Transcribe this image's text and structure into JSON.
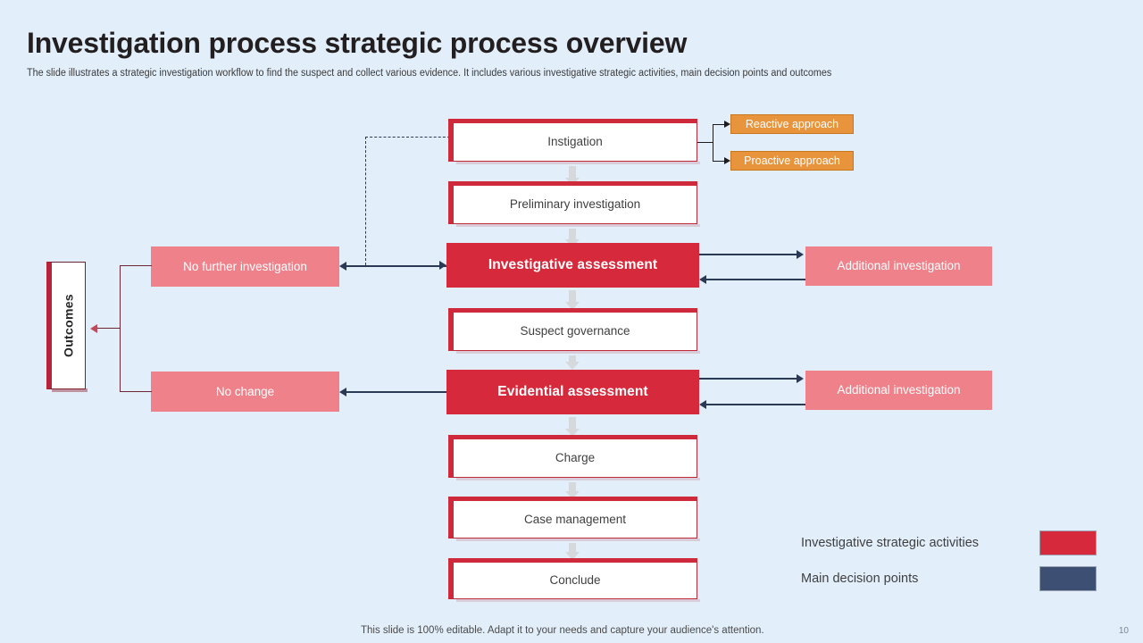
{
  "header": {
    "title": "Investigation process strategic process overview",
    "subtitle": "The slide illustrates a strategic investigation workflow to find the suspect and collect various evidence. It includes various investigative strategic activities, main decision points and outcomes"
  },
  "flow": {
    "instigation": "Instigation",
    "preliminary": "Preliminary investigation",
    "investigative_assessment": "Investigative assessment",
    "suspect_governance": "Suspect governance",
    "evidential_assessment": "Evidential assessment",
    "charge": "Charge",
    "case_management": "Case management",
    "conclude": "Conclude"
  },
  "approaches": {
    "reactive": "Reactive approach",
    "proactive": "Proactive approach"
  },
  "right_branch": {
    "additional_investigation_1": "Additional investigation",
    "additional_investigation_2": "Additional investigation"
  },
  "left_branch": {
    "no_further_investigation": "No further investigation",
    "no_change": "No change",
    "outcomes": "Outcomes"
  },
  "legend": {
    "items": [
      {
        "label": "Investigative  strategic activities",
        "color": "#d62a3c"
      },
      {
        "label": "Main decision points",
        "color": "#3d5073"
      }
    ]
  },
  "footer": {
    "note": "This slide is 100% editable. Adapt it to your needs and capture your audience's attention.",
    "page": "10"
  },
  "colors": {
    "background": "#e2effb",
    "primary_red": "#d62a3c",
    "accent_red": "#ce2a3b",
    "salmon": "#ee8189",
    "orange": "#e8943c",
    "navy": "#3d5073",
    "connector_gray": "#d5d9dc"
  }
}
